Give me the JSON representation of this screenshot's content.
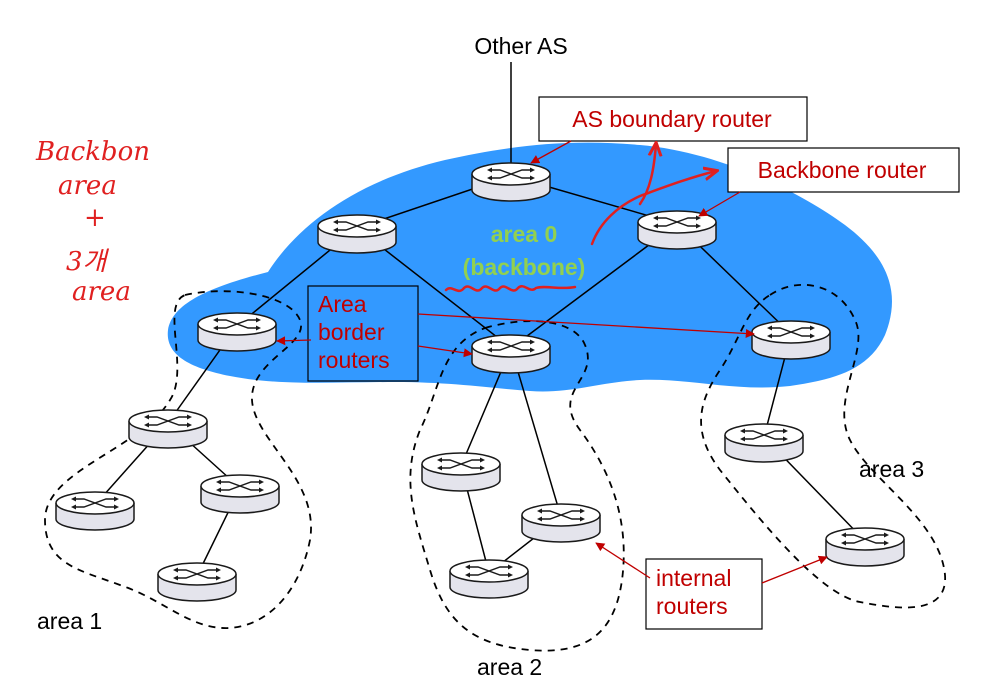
{
  "labels": {
    "other_as": "Other AS",
    "as_boundary_router": "AS boundary router",
    "backbone_router": "Backbone router",
    "area0_line1": "area 0",
    "area0_line2": "(backbone)",
    "area_border_line1": "Area",
    "area_border_line2": "border",
    "area_border_line3": "routers",
    "internal_line1": "internal",
    "internal_line2": "routers",
    "area1": "area 1",
    "area2": "area 2",
    "area3": "area 3"
  },
  "annotations": {
    "hand_line1": "Backbon",
    "hand_line2": "area",
    "hand_line3": "+",
    "hand_line4": "3개",
    "hand_line5": "area"
  },
  "colors": {
    "backbone_fill": "#3399ff",
    "callout_red": "#c00000",
    "area0_green": "#92d050",
    "pen_red": "#e02020"
  },
  "icons": {
    "router": "router-icon"
  }
}
